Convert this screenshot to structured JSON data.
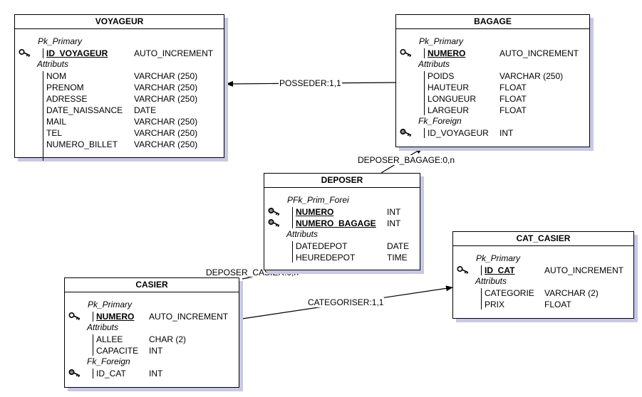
{
  "entities": {
    "voyageur": {
      "title": "VOYAGEUR",
      "pk_label": "Pk_Primary",
      "pk": [
        {
          "name": "ID_VOYAGEUR",
          "type": "AUTO_INCREMENT"
        }
      ],
      "attr_label": "Attributs",
      "attributes": [
        {
          "name": "NOM",
          "type": "VARCHAR (250)"
        },
        {
          "name": "PRENOM",
          "type": "VARCHAR (250)"
        },
        {
          "name": "ADRESSE",
          "type": "VARCHAR (250)"
        },
        {
          "name": "DATE_NAISSANCE",
          "type": "DATE"
        },
        {
          "name": "MAIL",
          "type": "VARCHAR (250)"
        },
        {
          "name": "TEL",
          "type": "VARCHAR (250)"
        },
        {
          "name": "NUMERO_BILLET",
          "type": "VARCHAR (250)"
        }
      ]
    },
    "bagage": {
      "title": "BAGAGE",
      "pk_label": "Pk_Primary",
      "pk": [
        {
          "name": "NUMERO",
          "type": "AUTO_INCREMENT"
        }
      ],
      "attr_label": "Attributs",
      "attributes": [
        {
          "name": "POIDS",
          "type": "VARCHAR (250)"
        },
        {
          "name": "HAUTEUR",
          "type": "FLOAT"
        },
        {
          "name": "LONGUEUR",
          "type": "FLOAT"
        },
        {
          "name": "LARGEUR",
          "type": "FLOAT"
        }
      ],
      "fk_label": "Fk_Foreign",
      "fk": [
        {
          "name": "ID_VOYAGEUR",
          "type": "INT"
        }
      ]
    },
    "deposer": {
      "title": "DEPOSER",
      "pk_label": "PFk_Prim_Forei",
      "pk": [
        {
          "name": "NUMERO",
          "type": "INT"
        },
        {
          "name": "NUMERO_BAGAGE",
          "type": "INT"
        }
      ],
      "attr_label": "Attributs",
      "attributes": [
        {
          "name": "DATEDEPOT",
          "type": "DATE"
        },
        {
          "name": "HEUREDEPOT",
          "type": "TIME"
        }
      ]
    },
    "cat_casier": {
      "title": "CAT_CASIER",
      "pk_label": "Pk_Primary",
      "pk": [
        {
          "name": "ID_CAT",
          "type": "AUTO_INCREMENT"
        }
      ],
      "attr_label": "Attributs",
      "attributes": [
        {
          "name": "CATEGORIE",
          "type": "VARCHAR (2)"
        },
        {
          "name": "PRIX",
          "type": "FLOAT"
        }
      ]
    },
    "casier": {
      "title": "CASIER",
      "pk_label": "Pk_Primary",
      "pk": [
        {
          "name": "NUMERO",
          "type": "AUTO_INCREMENT"
        }
      ],
      "attr_label": "Attributs",
      "attributes": [
        {
          "name": "ALLEE",
          "type": "CHAR (2)"
        },
        {
          "name": "CAPACITE",
          "type": "INT"
        }
      ],
      "fk_label": "Fk_Foreign",
      "fk": [
        {
          "name": "ID_CAT",
          "type": "INT"
        }
      ]
    }
  },
  "relations": {
    "posseder": "POSSEDER:1,1",
    "deposer_bagage": "DEPOSER_BAGAGE:0,n",
    "deposer_casier": "DEPOSER_CASIER:0,n",
    "categoriser": "CATEGORISER:1,1"
  }
}
